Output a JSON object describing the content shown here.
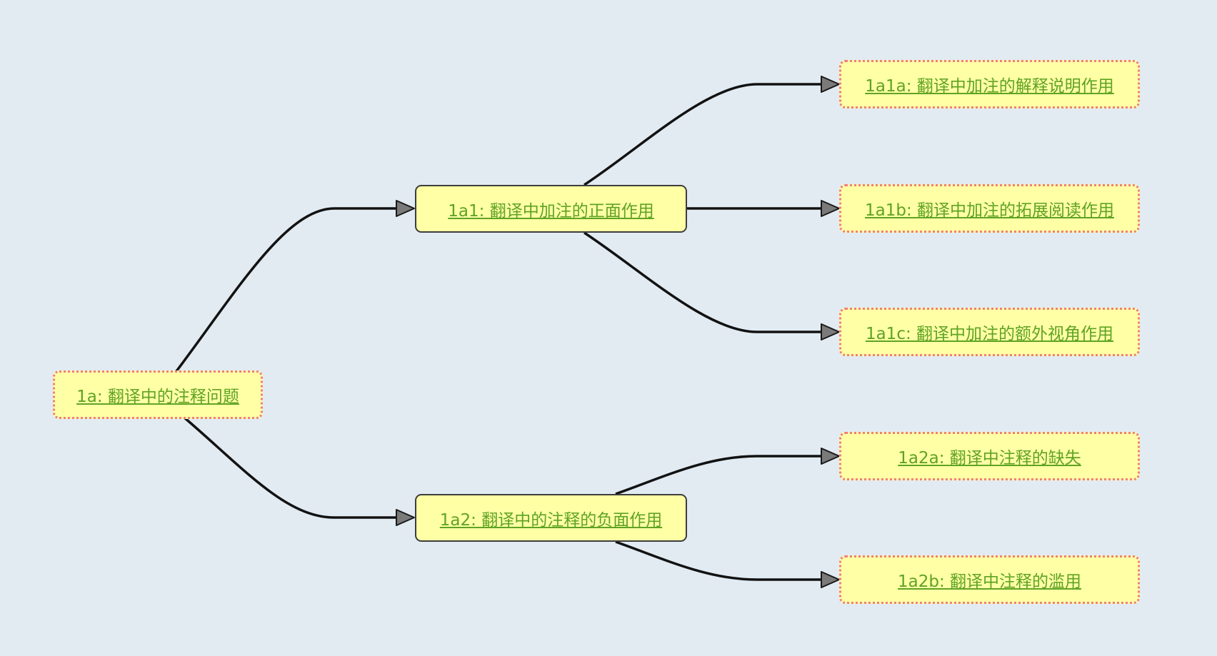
{
  "diagram": {
    "nodes": {
      "n1a": {
        "label": "1a: 翻译中的注释问题"
      },
      "n1a1": {
        "label": "1a1: 翻译中加注的正面作用"
      },
      "n1a2": {
        "label": "1a2: 翻译中的注释的负面作用"
      },
      "n1a1a": {
        "label": "1a1a: 翻译中加注的解释说明作用"
      },
      "n1a1b": {
        "label": "1a1b: 翻译中加注的拓展阅读作用"
      },
      "n1a1c": {
        "label": "1a1c: 翻译中加注的额外视角作用"
      },
      "n1a2a": {
        "label": "1a2a: 翻译中注释的缺失"
      },
      "n1a2b": {
        "label": "1a2b: 翻译中注释的滥用"
      }
    }
  },
  "colors": {
    "background": "#e2ebf2",
    "node_fill": "#ffffa6",
    "link_text": "#5fa323",
    "dotted_border": "#f07e7e",
    "edge": "#121212",
    "arrowhead": "#7a7a7a"
  }
}
